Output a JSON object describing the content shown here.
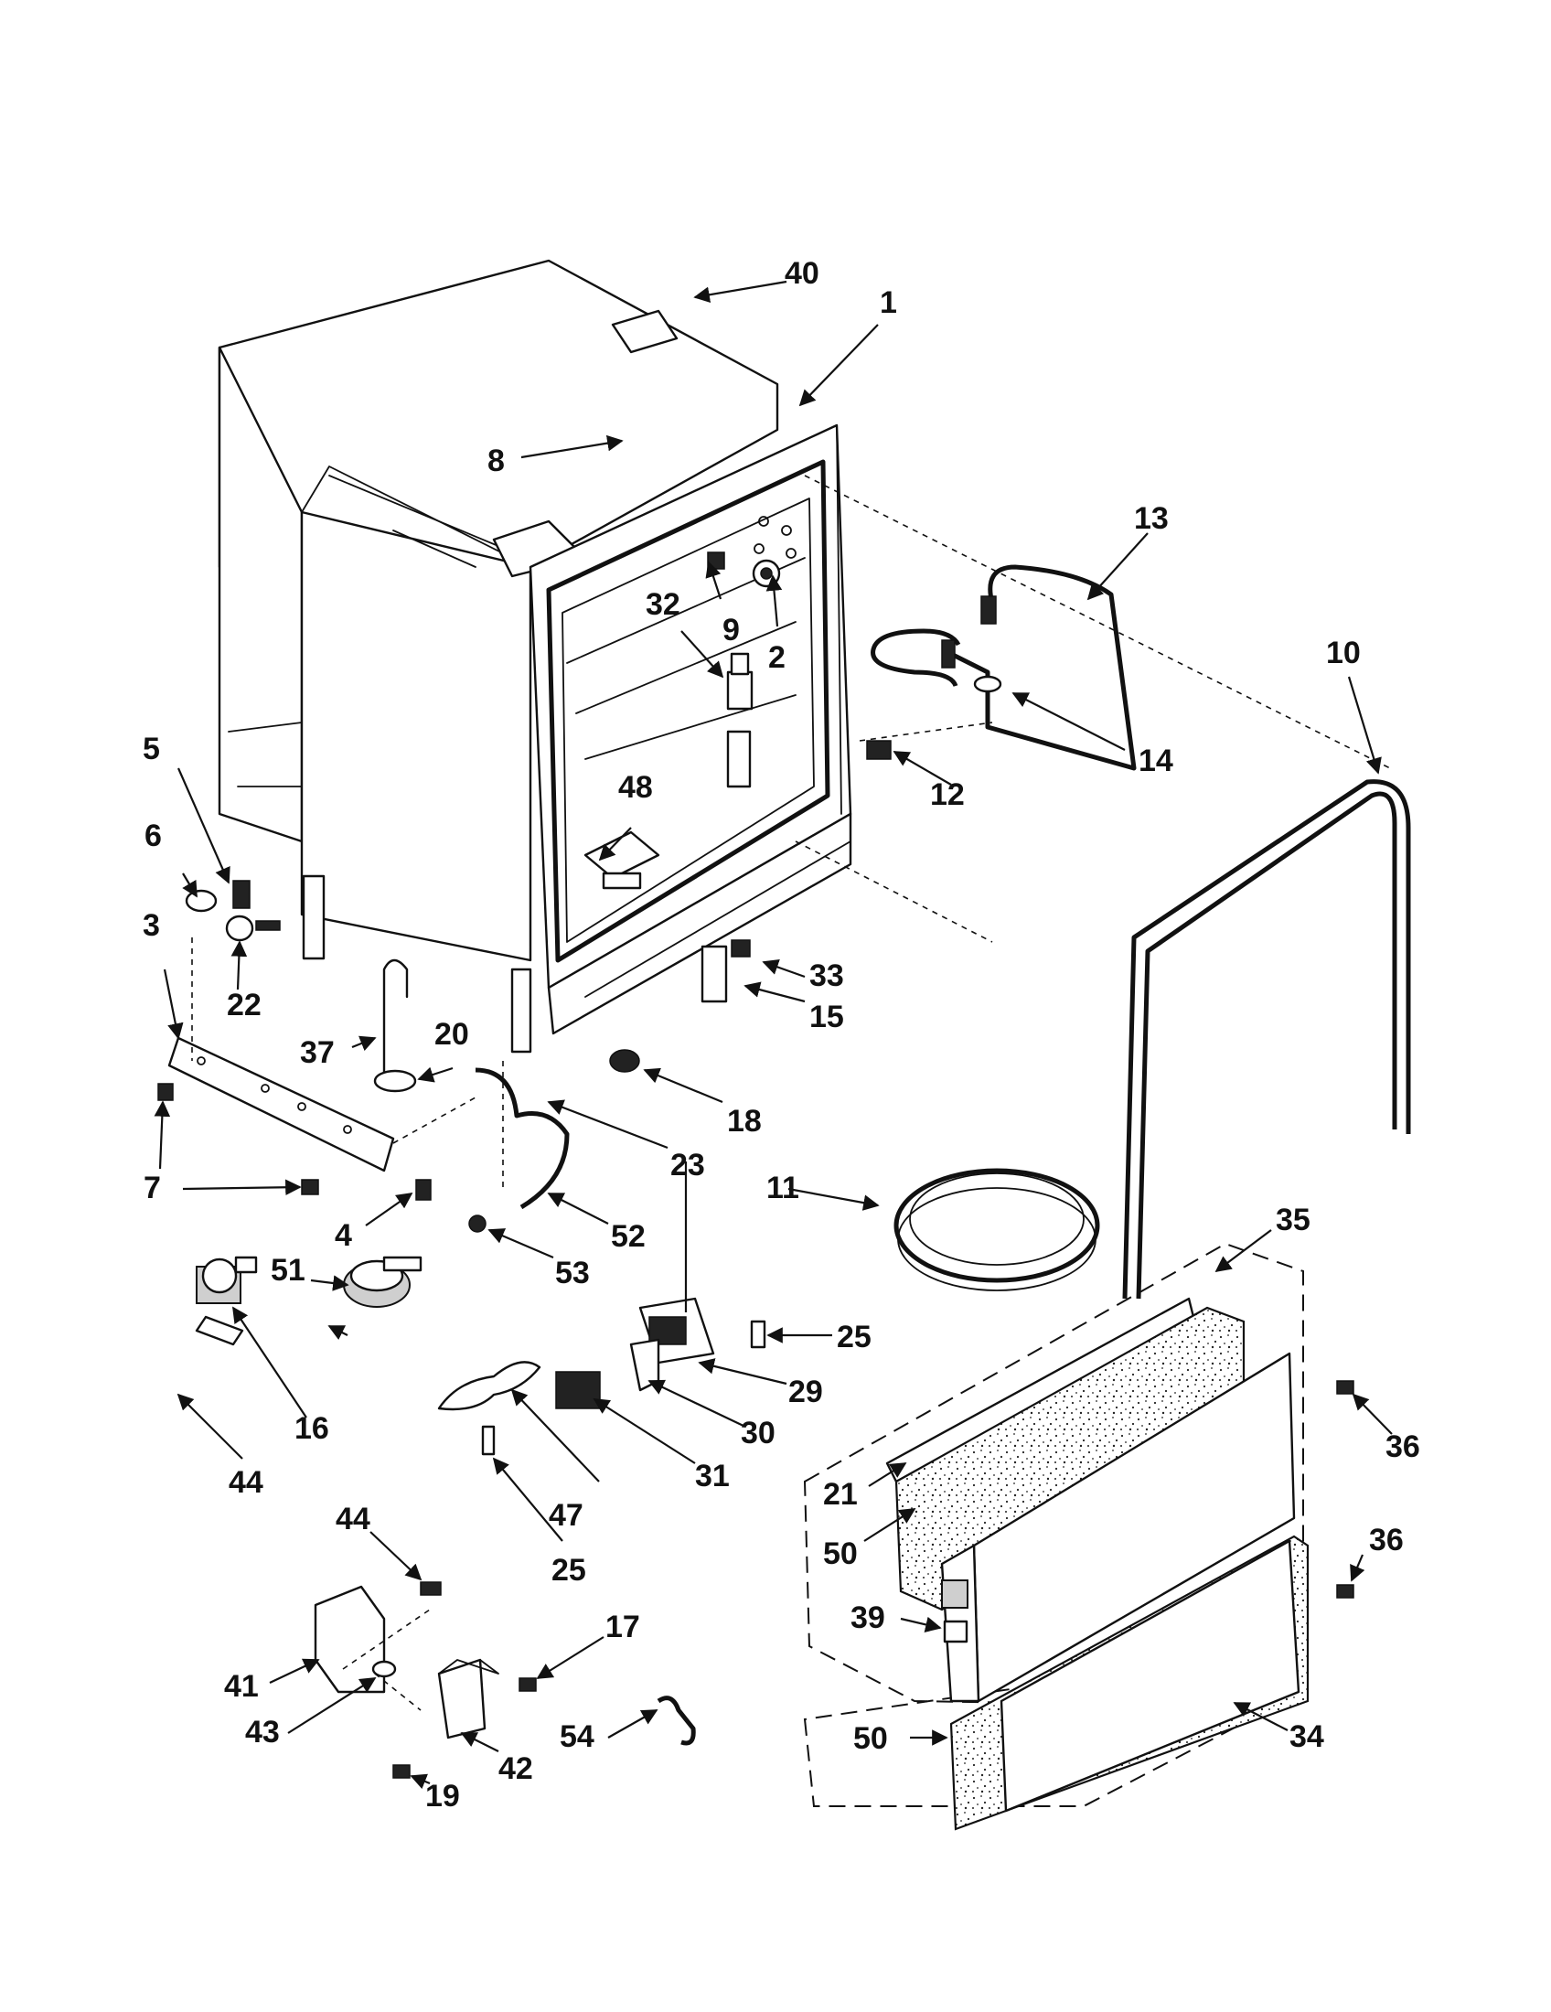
{
  "callouts": {
    "c1": "1",
    "c2": "2",
    "c3": "3",
    "c4": "4",
    "c5": "5",
    "c6": "6",
    "c7": "7",
    "c8": "8",
    "c9": "9",
    "c10": "10",
    "c11": "11",
    "c12": "12",
    "c13": "13",
    "c14": "14",
    "c15": "15",
    "c16": "16",
    "c17": "17",
    "c18": "18",
    "c19": "19",
    "c20": "20",
    "c21": "21",
    "c22": "22",
    "c23": "23",
    "c25a": "25",
    "c25b": "25",
    "c29": "29",
    "c30": "30",
    "c31": "31",
    "c32": "32",
    "c33": "33",
    "c34": "34",
    "c35": "35",
    "c36a": "36",
    "c36b": "36",
    "c37": "37",
    "c39": "39",
    "c40": "40",
    "c41": "41",
    "c42": "42",
    "c43": "43",
    "c44a": "44",
    "c44b": "44",
    "c47": "47",
    "c48": "48",
    "c50a": "50",
    "c50b": "50",
    "c51": "51",
    "c52": "52",
    "c53": "53",
    "c54": "54"
  }
}
